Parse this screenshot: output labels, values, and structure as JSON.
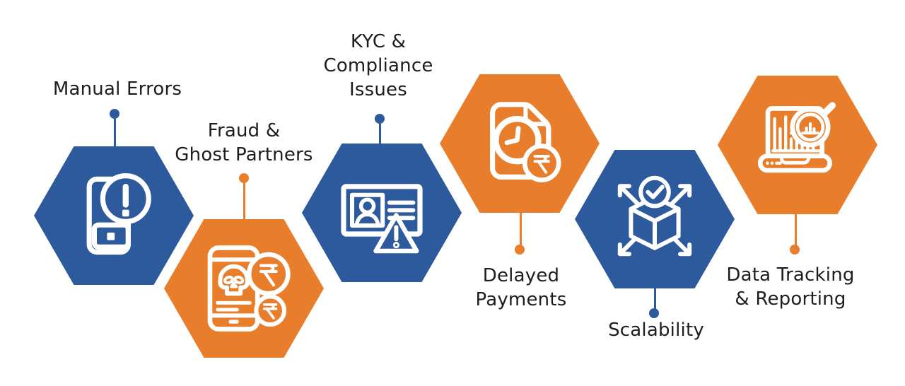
{
  "diagram": {
    "background": "#ffffff",
    "colors": {
      "blue": "#2d5a9c",
      "orange": "#e87e2b",
      "text": "#1d1d1d",
      "stroke": "#ffffff"
    },
    "items": [
      {
        "label": "Manual Errors",
        "color": "blue",
        "icon": "phone-error-icon",
        "label_position": "above"
      },
      {
        "label": "Fraud &\nGhost Partners",
        "color": "orange",
        "icon": "fraud-phone-skull-rupee-icon",
        "label_position": "above"
      },
      {
        "label": "KYC &\nCompliance\nIssues",
        "color": "blue",
        "icon": "id-card-warning-icon",
        "label_position": "above"
      },
      {
        "label": "Delayed\nPayments",
        "color": "orange",
        "icon": "document-clock-rupee-icon",
        "label_position": "below"
      },
      {
        "label": "Scalability",
        "color": "blue",
        "icon": "cube-arrows-check-icon",
        "label_position": "below"
      },
      {
        "label": "Data Tracking\n& Reporting",
        "color": "orange",
        "icon": "laptop-chart-magnifier-icon",
        "label_position": "below"
      }
    ]
  }
}
